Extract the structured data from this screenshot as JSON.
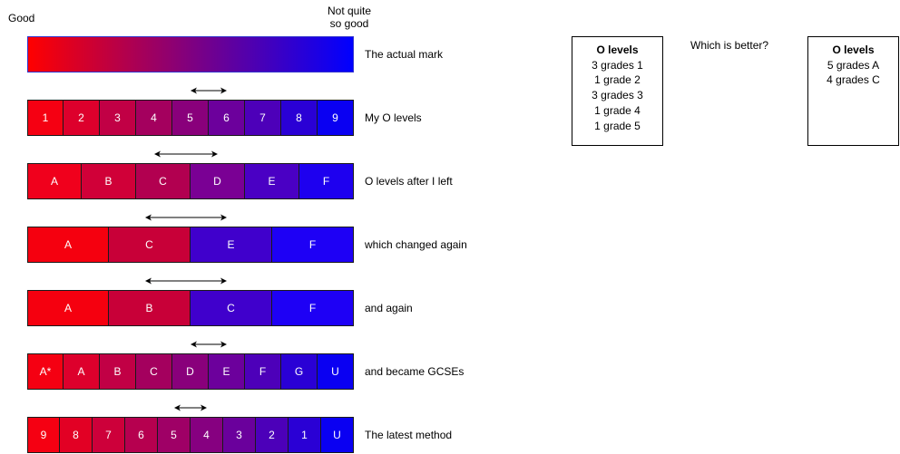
{
  "labels": {
    "good": "Good",
    "not_good_1": "Not quite",
    "not_good_2": "so good",
    "question": "Which is better?"
  },
  "colors": {
    "gradient_start": "#ff0000",
    "gradient_end": "#0000ff",
    "cell_border": "#1a1a1a",
    "text_on_cell": "#ffffff"
  },
  "actual_mark": {
    "label": "The actual mark"
  },
  "rows": [
    {
      "label": "My O levels",
      "cells": [
        {
          "text": "1",
          "color": "#f50012"
        },
        {
          "text": "2",
          "color": "#dd002c"
        },
        {
          "text": "3",
          "color": "#c10045"
        },
        {
          "text": "4",
          "color": "#a4005e"
        },
        {
          "text": "5",
          "color": "#89007b"
        },
        {
          "text": "6",
          "color": "#6c009c"
        },
        {
          "text": "7",
          "color": "#4d00b9"
        },
        {
          "text": "8",
          "color": "#2a00d5"
        },
        {
          "text": "9",
          "color": "#0a00f2"
        }
      ]
    },
    {
      "label": "O levels after I left",
      "cells": [
        {
          "text": "A",
          "color": "#f0001c"
        },
        {
          "text": "B",
          "color": "#d00038"
        },
        {
          "text": "C",
          "color": "#b20050"
        },
        {
          "text": "D",
          "color": "#7a0094"
        },
        {
          "text": "E",
          "color": "#4a00c4"
        },
        {
          "text": "F",
          "color": "#1e00ef"
        }
      ]
    },
    {
      "label": "which changed again",
      "cells": [
        {
          "text": "A",
          "color": "#f5000f"
        },
        {
          "text": "C",
          "color": "#c80038"
        },
        {
          "text": "E",
          "color": "#4000cc"
        },
        {
          "text": "F",
          "color": "#1e00f5"
        }
      ]
    },
    {
      "label": "and again",
      "cells": [
        {
          "text": "A",
          "color": "#f5000f"
        },
        {
          "text": "B",
          "color": "#c80038"
        },
        {
          "text": "C",
          "color": "#4000cc"
        },
        {
          "text": "F",
          "color": "#1e00f5"
        }
      ]
    },
    {
      "label": "and became GCSEs",
      "cells": [
        {
          "text": "A*",
          "color": "#f50012"
        },
        {
          "text": "A",
          "color": "#dd002c"
        },
        {
          "text": "B",
          "color": "#c10045"
        },
        {
          "text": "C",
          "color": "#a4005e"
        },
        {
          "text": "D",
          "color": "#89007b"
        },
        {
          "text": "E",
          "color": "#6c009c"
        },
        {
          "text": "F",
          "color": "#4d00b9"
        },
        {
          "text": "G",
          "color": "#2a00d5"
        },
        {
          "text": "U",
          "color": "#0a00f2"
        }
      ]
    },
    {
      "label": "The latest method",
      "cells": [
        {
          "text": "9",
          "color": "#f50012"
        },
        {
          "text": "8",
          "color": "#e20024"
        },
        {
          "text": "7",
          "color": "#cd003a"
        },
        {
          "text": "6",
          "color": "#b6004f"
        },
        {
          "text": "5",
          "color": "#9f0066"
        },
        {
          "text": "4",
          "color": "#860080"
        },
        {
          "text": "3",
          "color": "#6a009c"
        },
        {
          "text": "2",
          "color": "#4c00b9"
        },
        {
          "text": "1",
          "color": "#2a00d5"
        },
        {
          "text": "U",
          "color": "#0a00f2"
        }
      ]
    }
  ],
  "left_box": {
    "title": "O levels",
    "lines": [
      "3 grades 1",
      "1 grade 2",
      "3 grades 3",
      "1 grade 4",
      "1 grade 5"
    ]
  },
  "right_box": {
    "title": "O levels",
    "lines": [
      "5 grades A",
      "4 grades C"
    ]
  }
}
